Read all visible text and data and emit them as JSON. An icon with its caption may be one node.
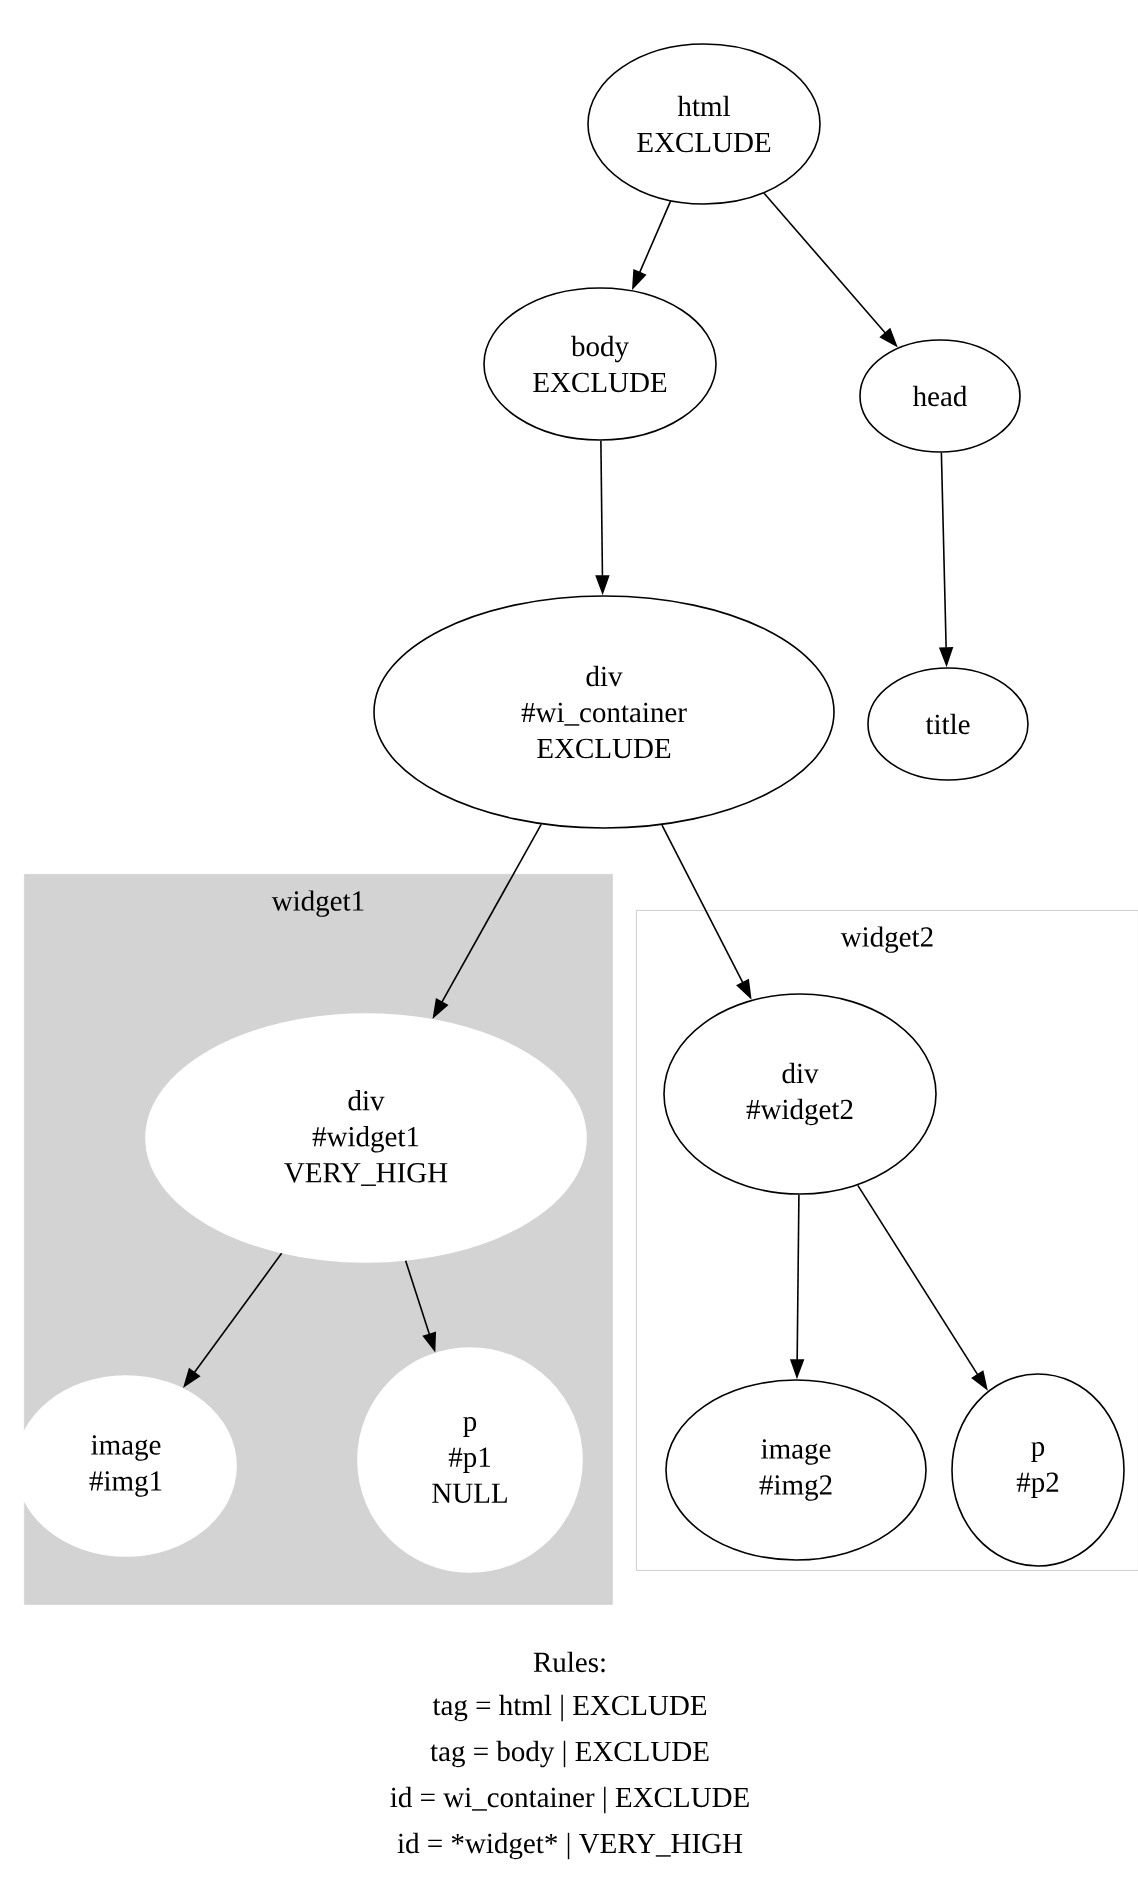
{
  "diagram": {
    "nodes": [
      {
        "text": [
          "html",
          "EXCLUDE"
        ]
      },
      {
        "text": [
          "body",
          "EXCLUDE"
        ]
      },
      {
        "text": [
          "head"
        ]
      },
      {
        "text": [
          "div",
          "#wi_container",
          "EXCLUDE"
        ]
      },
      {
        "text": [
          "title"
        ]
      },
      {
        "text": [
          "widget1"
        ]
      },
      {
        "text": [
          "div",
          "#widget1",
          "VERY_HIGH"
        ],
        "in": 5
      },
      {
        "text": [
          "image",
          "#img1"
        ],
        "in": 5
      },
      {
        "text": [
          "p",
          "#p1",
          "NULL"
        ],
        "in": 5
      },
      {
        "text": [
          "widget2"
        ]
      },
      {
        "text": [
          "div",
          "#widget2"
        ],
        "in": 9
      },
      {
        "text": [
          "image",
          "#img2"
        ],
        "in": 9
      },
      {
        "text": [
          "p",
          "#p2"
        ],
        "in": 9
      }
    ],
    "edges": [
      {
        "from": 0,
        "to": 1,
        "arrow": "to"
      },
      {
        "from": 0,
        "to": 2,
        "arrow": "to"
      },
      {
        "from": 1,
        "to": 3,
        "arrow": "to"
      },
      {
        "from": 2,
        "to": 4,
        "arrow": "to"
      },
      {
        "from": 3,
        "to": 6,
        "arrow": "to"
      },
      {
        "from": 3,
        "to": 10,
        "arrow": "to"
      },
      {
        "from": 6,
        "to": 7,
        "arrow": "to"
      },
      {
        "from": 6,
        "to": 8,
        "arrow": "to"
      },
      {
        "from": 10,
        "to": 11,
        "arrow": "to"
      },
      {
        "from": 10,
        "to": 12,
        "arrow": "to"
      }
    ],
    "labels": [
      "Rules:",
      "tag = html | EXCLUDE",
      "tag = body | EXCLUDE",
      "id = wi_container | EXCLUDE",
      "id = *widget* | VERY_HIGH"
    ]
  }
}
